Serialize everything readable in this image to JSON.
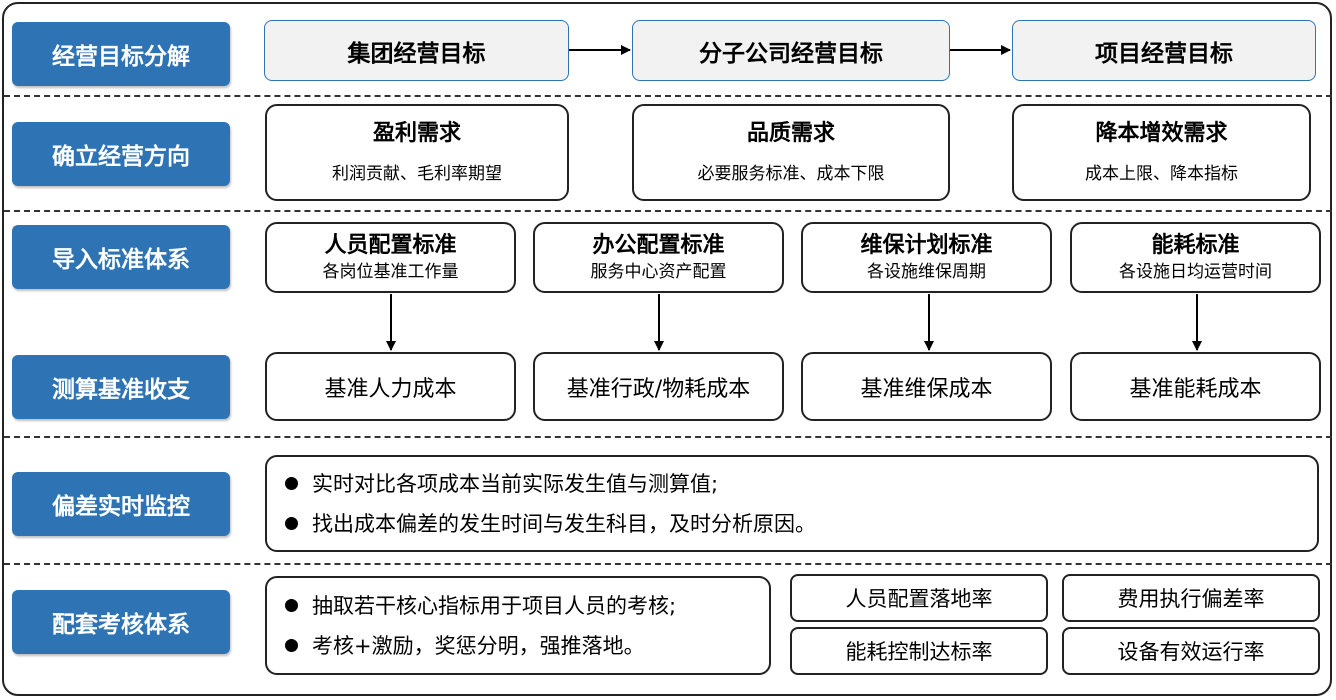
{
  "rows": {
    "decompose": "经营目标分解",
    "direction": "确立经营方向",
    "standards": "导入标准体系",
    "budget": "测算基准收支",
    "monitor": "偏差实时监控",
    "assess": "配套考核体系"
  },
  "goals": [
    "集团经营目标",
    "分子公司经营目标",
    "项目经营目标"
  ],
  "directions": [
    {
      "title": "盈利需求",
      "sub": "利润贡献、毛利率期望"
    },
    {
      "title": "品质需求",
      "sub": "必要服务标准、成本下限"
    },
    {
      "title": "降本增效需求",
      "sub": "成本上限、降本指标"
    }
  ],
  "standards": [
    {
      "title": "人员配置标准",
      "sub": "各岗位基准工作量"
    },
    {
      "title": "办公配置标准",
      "sub": "服务中心资产配置"
    },
    {
      "title": "维保计划标准",
      "sub": "各设施维保周期"
    },
    {
      "title": "能耗标准",
      "sub": "各设施日均运营时间"
    }
  ],
  "costs": [
    "基准人力成本",
    "基准行政/物耗成本",
    "基准维保成本",
    "基准能耗成本"
  ],
  "monitor_points": [
    "实时对比各项成本当前实际发生值与测算值;",
    "找出成本偏差的发生时间与发生科目，及时分析原因。"
  ],
  "assess_points": [
    "抽取若干核心指标用于项目人员的考核;",
    "考核+激励，奖惩分明，强推落地。"
  ],
  "kpis": [
    "人员配置落地率",
    "费用执行偏差率",
    "能耗控制达标率",
    "设备有效运行率"
  ],
  "colors": {
    "label_bg": "#2e74b5",
    "goal_border": "#2e74b5",
    "goal_fill": "#f2f2f2"
  }
}
